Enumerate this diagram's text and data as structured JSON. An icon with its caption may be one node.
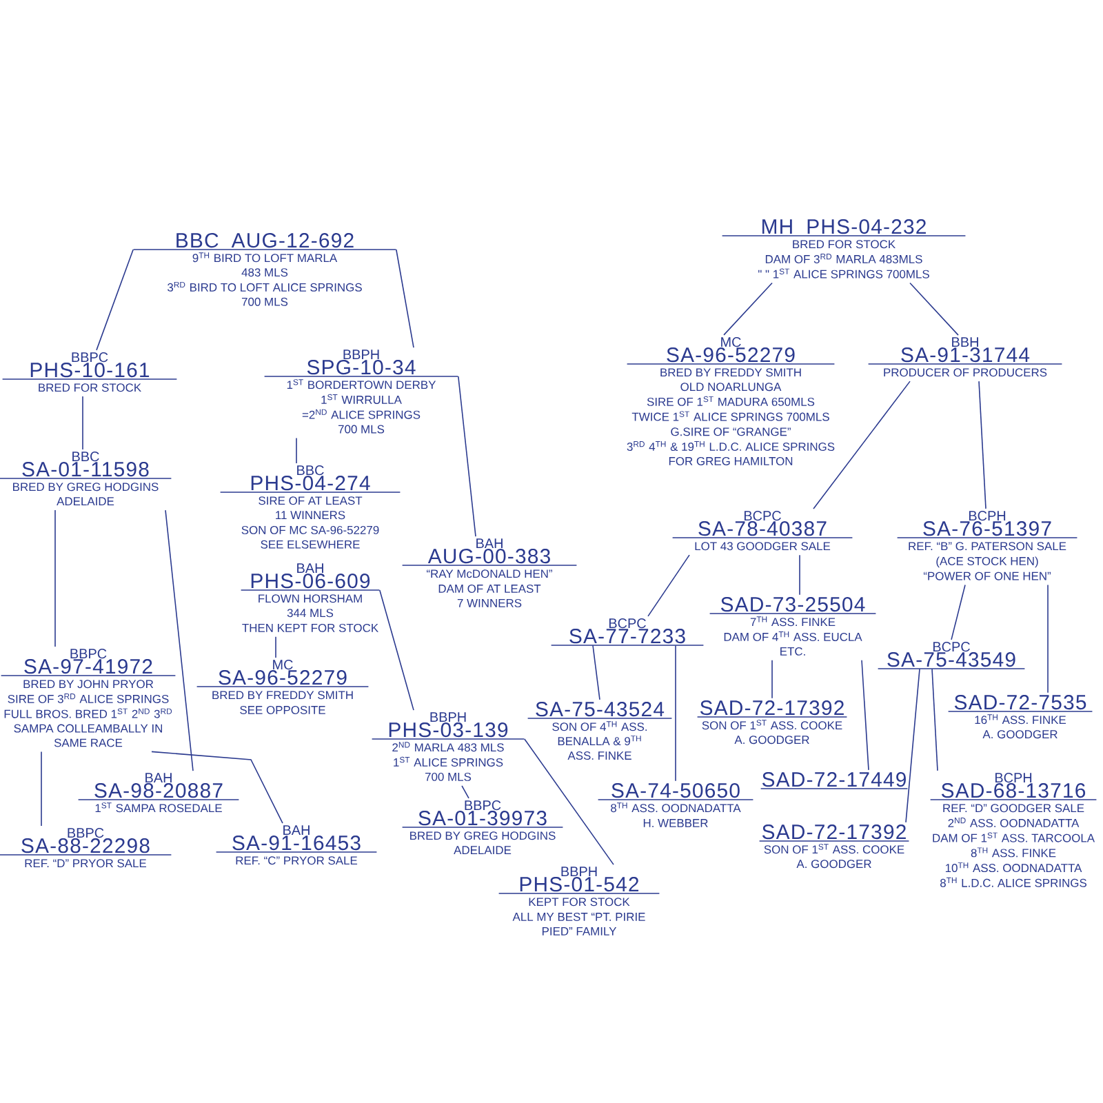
{
  "diagram": {
    "nodes": [
      {
        "text": [
          "BBC",
          "AUG-12-692",
          "9$^{TH}$ BIRD TO LOFT MARLA 483 MLS",
          "3$^{RD}$ BIRD TO LOFT ALICE SPRINGS 700 MLS"
        ]
      },
      {
        "text": [
          "MH",
          "PHS-04-232",
          "BRED FOR STOCK",
          "DAM OF 3$^{RD}$ MARLA 483MLS",
          "\" \" 1$^{ST}$ ALICE SPRINGS 700MLS"
        ]
      },
      {
        "text": [
          "BBPC",
          "PHS-10-161",
          "BRED FOR STOCK"
        ]
      },
      {
        "text": [
          "BBPH",
          "SPG-10-34",
          "1$^{ST}$ BORDERTOWN DERBY",
          "1$^{ST}$ WIRRULLA",
          "=2$^{ND}$ ALICE SPRINGS 700 MLS"
        ]
      },
      {
        "text": [
          "MC",
          "SA-96-52279",
          "BRED BY FREDDY SMITH OLD NOARLUNGA",
          "SIRE OF 1$^{ST}$ MADURA 650MLS",
          "TWICE 1$^{ST}$ ALICE SPRINGS 700MLS",
          "G.SIRE OF “GRANGE”",
          "3$^{RD}$ 4$^{TH}$ & 19$^{TH}$ L.D.C. ALICE SPRINGS FOR GREG HAMILTON"
        ]
      },
      {
        "text": [
          "BBH",
          "SA-91-31744",
          "PRODUCER OF PRODUCERS"
        ]
      },
      {
        "text": [
          "BBC",
          "SA-01-11598",
          "BRED BY GREG HODGINS ADELAIDE"
        ]
      },
      {
        "text": [
          "BBC",
          "PHS-04-274",
          "SIRE OF AT LEAST 11 WINNERS",
          "SON OF MC SA-96-52279 SEE ELSEWHERE"
        ]
      },
      {
        "text": [
          "BCPC",
          "SA-78-40387",
          "LOT 43 GOODGER SALE"
        ]
      },
      {
        "text": [
          "BCPH",
          "SA-76-51397",
          "REF. “B” G. PATERSON SALE",
          "(ACE STOCK HEN)",
          "“POWER OF ONE HEN”"
        ]
      },
      {
        "text": [
          "BAH",
          "PHS-06-609",
          "FLOWN HORSHAM 344 MLS",
          "THEN KEPT FOR STOCK"
        ]
      },
      {
        "text": [
          "BAH",
          "AUG-00-383",
          "“RAY McDONALD HEN”",
          "DAM OF AT LEAST 7 WINNERS"
        ]
      },
      {
        "text": [
          "SAD-73-25504",
          "7$^{TH}$ ASS. FINKE",
          "DAM OF 4$^{TH}$ ASS. EUCLA ETC."
        ]
      },
      {
        "text": [
          "BCPC",
          "SA-77-7233"
        ]
      },
      {
        "text": [
          "BBPC",
          "SA-97-41972",
          "BRED BY JOHN PRYOR",
          "SIRE OF 3$^{RD}$ ALICE SPRINGS",
          "FULL BROS. BRED 1$^{ST}$ 2$^{ND}$ 3$^{RD}$ SAMPA COLLEAMBALLY IN SAME RACE"
        ]
      },
      {
        "text": [
          "BCPC",
          "SA-75-43549"
        ]
      },
      {
        "text": [
          "MC",
          "SA-96-52279",
          "BRED BY FREDDY SMITH",
          "SEE OPPOSITE"
        ]
      },
      {
        "text": [
          "SA-75-43524",
          "SON OF 4$^{TH}$ ASS. BENALLA & 9$^{TH}$ ASS. FINKE"
        ]
      },
      {
        "text": [
          "SAD-72-17392",
          "SON OF 1$^{ST}$ ASS. COOKE A. GOODGER"
        ]
      },
      {
        "text": [
          "SAD-72-7535",
          "16$^{TH}$ ASS. FINKE A. GOODGER"
        ]
      },
      {
        "text": [
          "BBPH",
          "PHS-03-139",
          "2$^{ND}$ MARLA 483 MLS",
          "1$^{ST}$ ALICE SPRINGS 700 MLS"
        ]
      },
      {
        "text": [
          "BAH",
          "SA-98-20887",
          "1$^{ST}$ SAMPA ROSEDALE"
        ]
      },
      {
        "text": [
          "SAD-72-17449"
        ]
      },
      {
        "text": [
          "BCPH",
          "SAD-68-13716",
          "REF. “D” GOODGER SALE",
          "2$^{ND}$ ASS. OODNADATTA",
          "DAM OF 1$^{ST}$ ASS. TARCOOLA",
          "8$^{TH}$ ASS. FINKE",
          "10$^{TH}$ ASS. OODNADATTA",
          "8$^{TH}$ L.D.C. ALICE SPRINGS"
        ]
      },
      {
        "text": [
          "SA-74-50650",
          "8$^{TH}$ ASS. OODNADATTA",
          "H. WEBBER"
        ]
      },
      {
        "text": [
          "BBPC",
          "SA-01-39973",
          "BRED BY GREG HODGINS ADELAIDE"
        ]
      },
      {
        "text": [
          "SAD-72-17392",
          "SON OF 1$^{ST}$ ASS. COOKE A. GOODGER"
        ]
      },
      {
        "text": [
          "BBPC",
          "SA-88-22298",
          "REF. “D” PRYOR SALE"
        ]
      },
      {
        "text": [
          "BAH",
          "SA-91-16453",
          "REF. “C” PRYOR SALE"
        ]
      },
      {
        "text": [
          "BBPH",
          "PHS-01-542",
          "KEPT FOR STOCK",
          "ALL MY BEST “PT. PIRIE PIED” FAMILY"
        ]
      }
    ],
    "edges": [
      {
        "from": 0,
        "to": 2,
        "arrow": "none"
      },
      {
        "from": 0,
        "to": 3,
        "arrow": "none"
      },
      {
        "from": 2,
        "to": 6,
        "arrow": "none"
      },
      {
        "from": 3,
        "to": 7,
        "arrow": "none"
      },
      {
        "from": 3,
        "to": 11,
        "arrow": "none"
      },
      {
        "from": 6,
        "to": 14,
        "arrow": "none"
      },
      {
        "from": 6,
        "to": 21,
        "arrow": "none"
      },
      {
        "from": 14,
        "to": 27,
        "arrow": "none"
      },
      {
        "from": 14,
        "to": 28,
        "arrow": "none"
      },
      {
        "from": 10,
        "to": 16,
        "arrow": "none"
      },
      {
        "from": 10,
        "to": 20,
        "arrow": "none"
      },
      {
        "from": 20,
        "to": 25,
        "arrow": "none"
      },
      {
        "from": 20,
        "to": 29,
        "arrow": "none"
      },
      {
        "from": 1,
        "to": 4,
        "arrow": "none"
      },
      {
        "from": 1,
        "to": 5,
        "arrow": "none"
      },
      {
        "from": 5,
        "to": 8,
        "arrow": "none"
      },
      {
        "from": 5,
        "to": 9,
        "arrow": "none"
      },
      {
        "from": 8,
        "to": 13,
        "arrow": "none"
      },
      {
        "from": 8,
        "to": 12,
        "arrow": "none"
      },
      {
        "from": 9,
        "to": 15,
        "arrow": "none"
      },
      {
        "from": 9,
        "to": 19,
        "arrow": "none"
      },
      {
        "from": 13,
        "to": 17,
        "arrow": "none"
      },
      {
        "from": 13,
        "to": 24,
        "arrow": "none"
      },
      {
        "from": 12,
        "to": 18,
        "arrow": "none"
      },
      {
        "from": 12,
        "to": 22,
        "arrow": "none"
      },
      {
        "from": 15,
        "to": 26,
        "arrow": "none"
      },
      {
        "from": 15,
        "to": 23,
        "arrow": "none"
      }
    ]
  }
}
